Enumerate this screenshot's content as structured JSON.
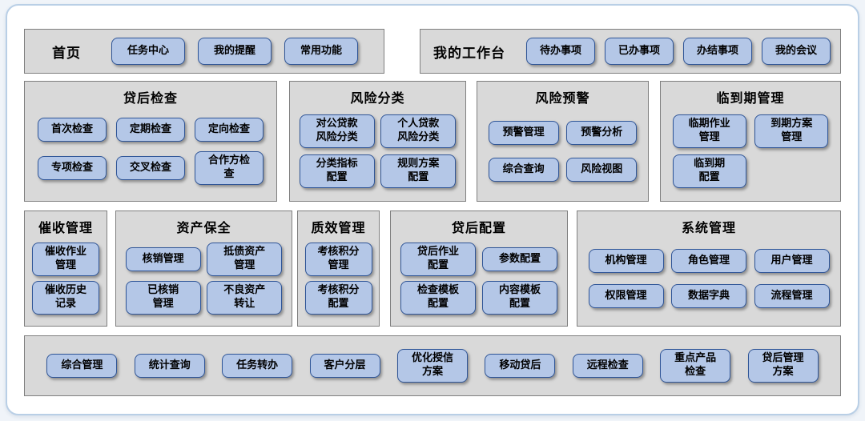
{
  "colors": {
    "page_bg": "#f0f4f9",
    "frame_border": "#b9cfe6",
    "panel_bg": "#d9d9d9",
    "panel_border": "#7f7f7f",
    "button_bg": "#b4c7e7",
    "button_border": "#2f5597",
    "text": "#000000"
  },
  "panels": {
    "home": {
      "title": "首页",
      "items": [
        "任务中心",
        "我的提醒",
        "常用功能"
      ]
    },
    "workbench": {
      "title": "我的工作台",
      "items": [
        "待办事项",
        "已办事项",
        "办结事项",
        "我的会议"
      ]
    },
    "loan_check": {
      "title": "贷后检查",
      "items": [
        "首次检查",
        "定期检查",
        "定向检查",
        "专项检查",
        "交叉检查",
        "合作方检\n查"
      ]
    },
    "risk_class": {
      "title": "风险分类",
      "items": [
        "对公贷款\n风险分类",
        "个人贷款\n风险分类",
        "分类指标\n配置",
        "规则方案\n配置"
      ]
    },
    "risk_warning": {
      "title": "风险预警",
      "items": [
        "预警管理",
        "预警分析",
        "综合查询",
        "风险视图"
      ]
    },
    "maturity": {
      "title": "临到期管理",
      "items": [
        "临期作业\n管理",
        "到期方案\n管理",
        "临到期\n配置"
      ]
    },
    "collection": {
      "title": "催收管理",
      "items": [
        "催收作业\n管理",
        "催收历史\n记录"
      ]
    },
    "asset": {
      "title": "资产保全",
      "items": [
        "核销管理",
        "抵债资产\n管理",
        "已核销\n管理",
        "不良资产\n转让"
      ]
    },
    "quality": {
      "title": "质效管理",
      "items": [
        "考核积分\n管理",
        "考核积分\n配置"
      ]
    },
    "loan_config": {
      "title": "贷后配置",
      "items": [
        "贷后作业\n配置",
        "参数配置",
        "检查模板\n配置",
        "内容模板\n配置"
      ]
    },
    "system": {
      "title": "系统管理",
      "items": [
        "机构管理",
        "角色管理",
        "用户管理",
        "权限管理",
        "数据字典",
        "流程管理"
      ]
    },
    "bottom": {
      "items": [
        "综合管理",
        "统计查询",
        "任务转办",
        "客户分层",
        "优化授信\n方案",
        "移动贷后",
        "远程检查",
        "重点产品\n检查",
        "贷后管理\n方案"
      ]
    }
  }
}
